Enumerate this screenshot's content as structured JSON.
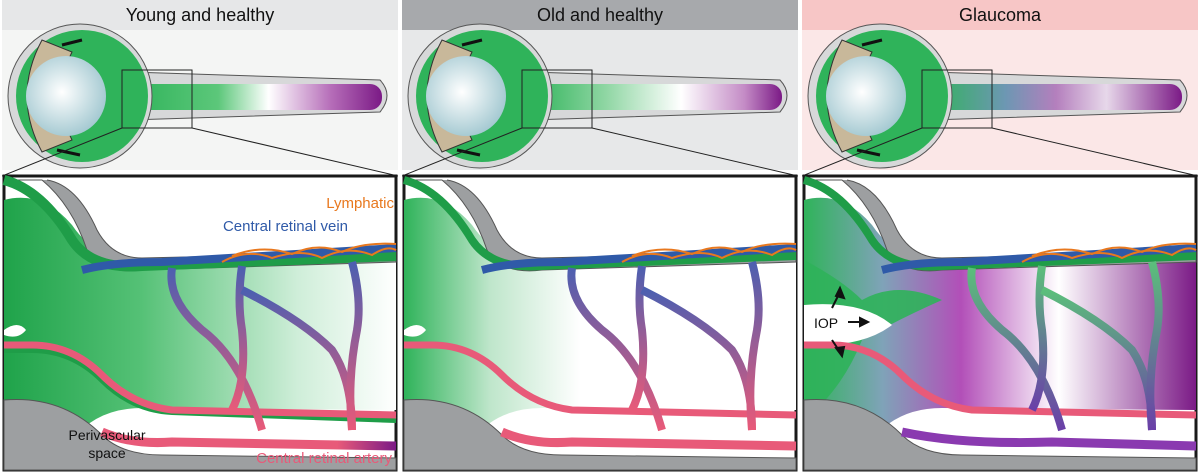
{
  "panels": [
    {
      "title": "Young and healthy",
      "header_color": "#e6e7e8",
      "bg_color": "#f4f5f4"
    },
    {
      "title": "Old and healthy",
      "header_color": "#a7a9ac",
      "bg_color": "#e7e8e9"
    },
    {
      "title": "Glaucoma",
      "header_color": "#f7c6c6",
      "bg_color": "#fbe7e7"
    }
  ],
  "labels": {
    "lymphatic": "Lymphatic",
    "central_retinal_vein": "Central retinal vein",
    "perivascular_space_line1": "Perivascular",
    "perivascular_space_line2": "space",
    "central_retinal_artery": "Central retinal artery",
    "iop": "IOP"
  },
  "colors": {
    "tracer_green": "#2fb35a",
    "tracer_purple": "#7b1a86",
    "vein_blue": "#2f5aa8",
    "artery_pink": "#e85a79",
    "lymphatic_orange": "#e8781e",
    "sheath_gray": "#a0a2a4",
    "frame": "#1a1a1a"
  }
}
